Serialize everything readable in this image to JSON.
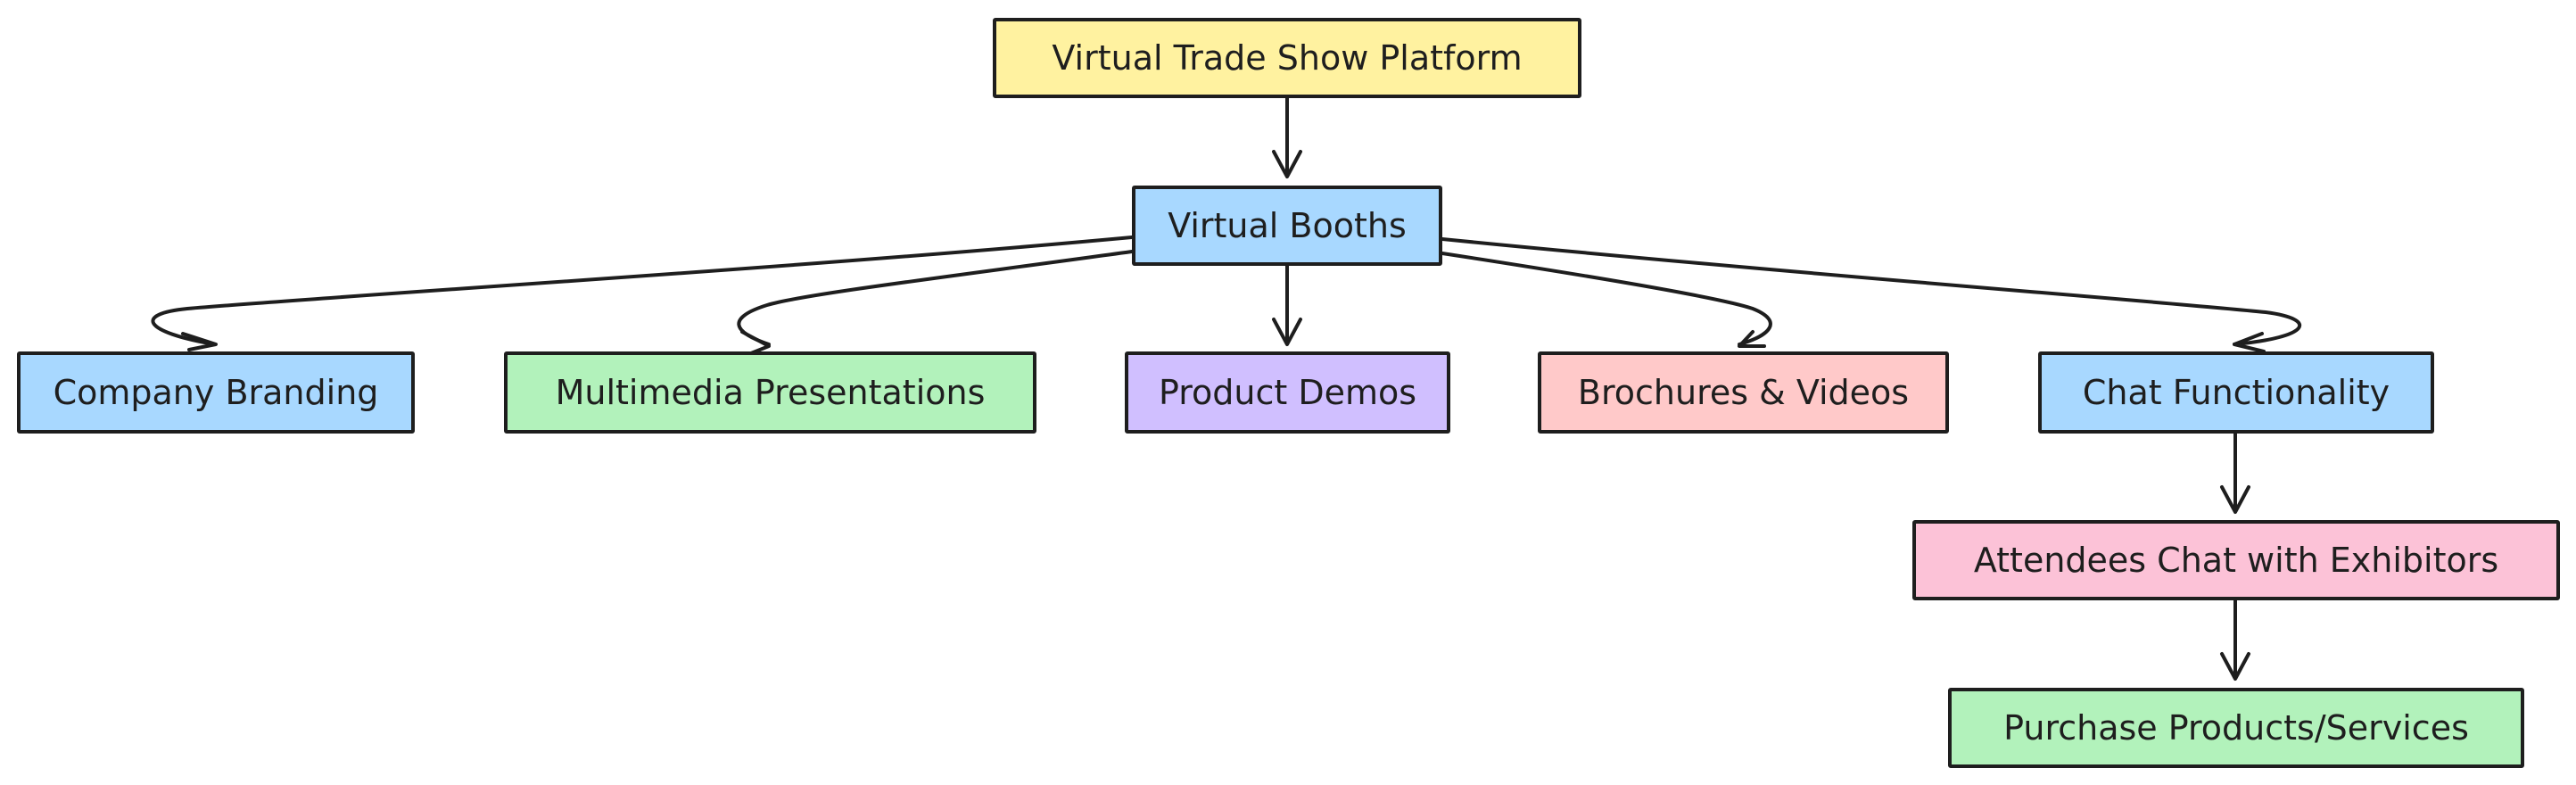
{
  "diagram": {
    "nodes": [
      {
        "id": "root",
        "label": "Virtual Trade Show Platform",
        "fill": "#fff2a0"
      },
      {
        "id": "booths",
        "label": "Virtual Booths",
        "fill": "#a8d8ff"
      },
      {
        "id": "branding",
        "label": "Company Branding",
        "fill": "#a8d8ff"
      },
      {
        "id": "media",
        "label": "Multimedia Presentations",
        "fill": "#b2f2bb"
      },
      {
        "id": "demos",
        "label": "Product Demos",
        "fill": "#d0bfff"
      },
      {
        "id": "broch",
        "label": "Brochures & Videos",
        "fill": "#ffc9c9"
      },
      {
        "id": "chat",
        "label": "Chat Functionality",
        "fill": "#a8d8ff"
      },
      {
        "id": "attend",
        "label": "Attendees Chat with Exhibitors",
        "fill": "#fcc2d7"
      },
      {
        "id": "purchase",
        "label": "Purchase Products/Services",
        "fill": "#b2f2bb"
      }
    ],
    "edges": [
      {
        "from": "root",
        "to": "booths"
      },
      {
        "from": "booths",
        "to": "branding"
      },
      {
        "from": "booths",
        "to": "media"
      },
      {
        "from": "booths",
        "to": "demos"
      },
      {
        "from": "booths",
        "to": "broch"
      },
      {
        "from": "booths",
        "to": "chat"
      },
      {
        "from": "chat",
        "to": "attend"
      },
      {
        "from": "attend",
        "to": "purchase"
      }
    ],
    "stroke_color": "#1e1e1e"
  }
}
